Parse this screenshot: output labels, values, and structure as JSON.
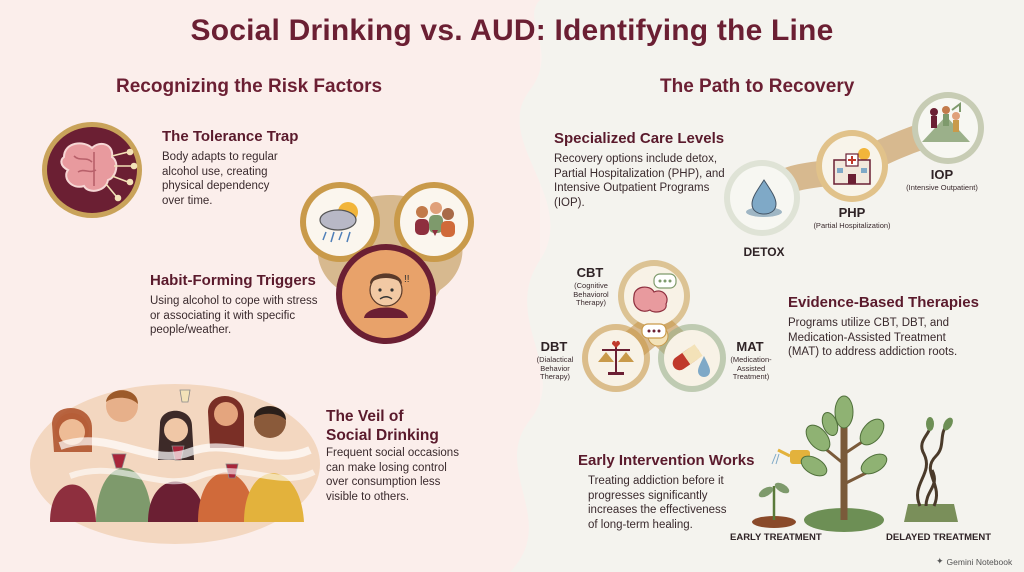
{
  "title": "Social Drinking vs. AUD: Identifying the Line",
  "left_section": {
    "heading": "Recognizing the Risk Factors",
    "tolerance": {
      "title": "The Tolerance Trap",
      "text": "Body adapts to regular alcohol use, creating physical dependency over time."
    },
    "habit": {
      "title": "Habit-Forming Triggers",
      "text": "Using alcohol to cope with stress or associating it with specific people/weather."
    },
    "veil": {
      "title_line1": "The Veil of",
      "title_line2": "Social Drinking",
      "text": "Frequent social occasions can make losing control over consumption less visible to others."
    }
  },
  "right_section": {
    "heading": "The Path to Recovery",
    "care_levels": {
      "title": "Specialized Care Levels",
      "text": "Recovery options include detox, Partial Hospitalization (PHP), and Intensive Outpatient Programs (IOP).",
      "detox_label": "DETOX",
      "php_label": "PHP",
      "php_sub": "(Partial Hospitalization)",
      "iop_label": "IOP",
      "iop_sub": "(Intensive Outpatient)"
    },
    "therapies": {
      "title": "Evidence-Based Therapies",
      "text": "Programs utilize CBT, DBT, and Medication-Assisted Treatment (MAT) to address addiction roots.",
      "cbt_label": "CBT",
      "cbt_sub": "(Cognitive Behaviorol Therapy)",
      "dbt_label": "DBT",
      "dbt_sub": "(Dialactical Behavior Therapy)",
      "mat_label": "MAT",
      "mat_sub": "(Medication-Assisted Treatment)"
    },
    "early": {
      "title": "Early Intervention Works",
      "text": "Treating addiction before it progresses significantly increases the effectiveness of long-term healing.",
      "early_caption": "EARLY TREATMENT",
      "delayed_caption": "DELAYED TREATMENT"
    }
  },
  "branding": "Gemini Notebook",
  "colors": {
    "maroon": "#6b1f33",
    "gold": "#c99a4a",
    "sage": "#7e9a6c",
    "left_bg": "#fbeeeb",
    "right_bg": "#f3f2ec"
  },
  "icons": [
    "brain-circuit-icon",
    "storm-cloud-icon",
    "group-drinking-icon",
    "stressed-face-icon",
    "water-drop-icon",
    "hospital-icon",
    "hiking-group-icon",
    "brain-chat-icon",
    "scales-icon",
    "pill-icon",
    "sapling-icon",
    "tree-icon",
    "withered-vine-icon"
  ]
}
